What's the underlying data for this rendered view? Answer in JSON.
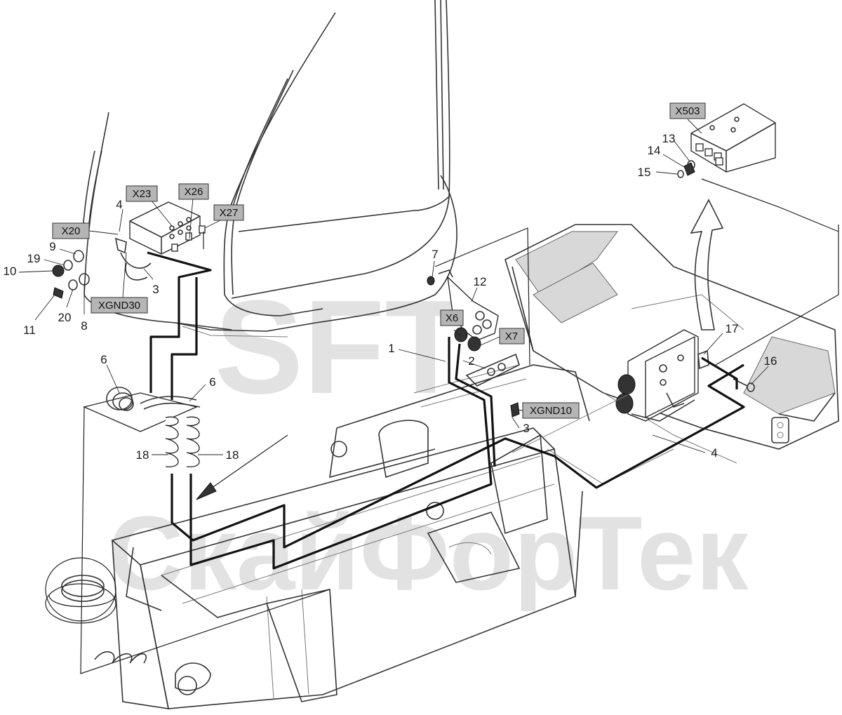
{
  "watermark": {
    "top": "SFT",
    "bottom": "СкайФорТек"
  },
  "connectors": [
    {
      "id": "x20",
      "label": "X20"
    },
    {
      "id": "x23",
      "label": "X23"
    },
    {
      "id": "x26",
      "label": "X26"
    },
    {
      "id": "x27",
      "label": "X27"
    },
    {
      "id": "xgnd30",
      "label": "XGND30"
    },
    {
      "id": "x6",
      "label": "X6"
    },
    {
      "id": "x7",
      "label": "X7"
    },
    {
      "id": "xgnd10",
      "label": "XGND10"
    },
    {
      "id": "x503",
      "label": "X503"
    }
  ],
  "callouts": [
    {
      "id": "c4a",
      "label": "4"
    },
    {
      "id": "c9",
      "label": "9"
    },
    {
      "id": "c19",
      "label": "19"
    },
    {
      "id": "c10",
      "label": "10"
    },
    {
      "id": "c3a",
      "label": "3"
    },
    {
      "id": "c11",
      "label": "11"
    },
    {
      "id": "c20",
      "label": "20"
    },
    {
      "id": "c8",
      "label": "8"
    },
    {
      "id": "c6a",
      "label": "6"
    },
    {
      "id": "c6b",
      "label": "6"
    },
    {
      "id": "c18a",
      "label": "18"
    },
    {
      "id": "c18b",
      "label": "18"
    },
    {
      "id": "c7",
      "label": "7"
    },
    {
      "id": "c12",
      "label": "12"
    },
    {
      "id": "c1",
      "label": "1"
    },
    {
      "id": "c2",
      "label": "2"
    },
    {
      "id": "c3b",
      "label": "3"
    },
    {
      "id": "c13",
      "label": "13"
    },
    {
      "id": "c14",
      "label": "14"
    },
    {
      "id": "c15",
      "label": "15"
    },
    {
      "id": "c17",
      "label": "17"
    },
    {
      "id": "c16",
      "label": "16"
    },
    {
      "id": "c4b",
      "label": "4"
    }
  ]
}
